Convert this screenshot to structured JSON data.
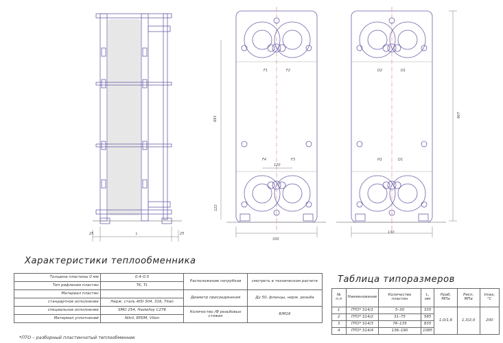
{
  "characteristics": {
    "title": "Характеристики теплообменника",
    "rows": [
      {
        "label": "Толщина пластины 0 мм",
        "value": "0.4–0.5"
      },
      {
        "label": "Тип рифления пластин",
        "value": "TK, TL"
      },
      {
        "label": "Материал пластин",
        "value": ""
      },
      {
        "label": "стандартное исполнение",
        "value": "Нерж. сталь AISI 304, 316, Titan"
      },
      {
        "label": "специальное исполнение",
        "value": "SMO 254, Hastelloy C276"
      },
      {
        "label": "Материал уплотнений",
        "value": "Nitril, EPDM, Viton"
      }
    ],
    "params": [
      {
        "label": "Расположение патрубков",
        "value": "смотреть в техническом расчете"
      },
      {
        "label": "Диаметр присоединения",
        "value": "Ду 50, фланцы, нерж. резьба"
      },
      {
        "label": "Количество /Ф резьбовых стяжек",
        "value": "8/М16"
      }
    ]
  },
  "sizes": {
    "title": "Таблица типоразмеров",
    "headers": [
      "№ п.п",
      "Наименование",
      "Количество пластин",
      "L, мм",
      "Рраб, МПа",
      "Рисп, МПа",
      "tmax, °С"
    ],
    "rows": [
      {
        "n": "1",
        "name": "ПТО* S14/1",
        "plates": "5–30",
        "L": "335"
      },
      {
        "n": "2",
        "name": "ПТО* S14/2",
        "plates": "31–75",
        "L": "585"
      },
      {
        "n": "3",
        "name": "ПТО* S14/3",
        "plates": "76–135",
        "L": "835"
      },
      {
        "n": "4",
        "name": "ПТО* S14/4",
        "plates": "136–190",
        "L": "1085"
      }
    ],
    "shared": {
      "p_work": "1,0/1,6",
      "p_test": "1,3/2,0",
      "t_max": "200"
    }
  },
  "footnote": "*ПТО – разборный пластинчатый теплообменник",
  "dimensions": {
    "width": "330",
    "depth": "130",
    "height": "907",
    "axis_distance": "691",
    "bottom_offset": "122",
    "port_spacing": "120",
    "frame_left": "25",
    "length_label": "L",
    "frame_right": "25"
  },
  "ports": {
    "front": [
      "F1",
      "F2",
      "F4",
      "F3"
    ],
    "rear": [
      "D2",
      "D1",
      "H1",
      "D1"
    ]
  }
}
